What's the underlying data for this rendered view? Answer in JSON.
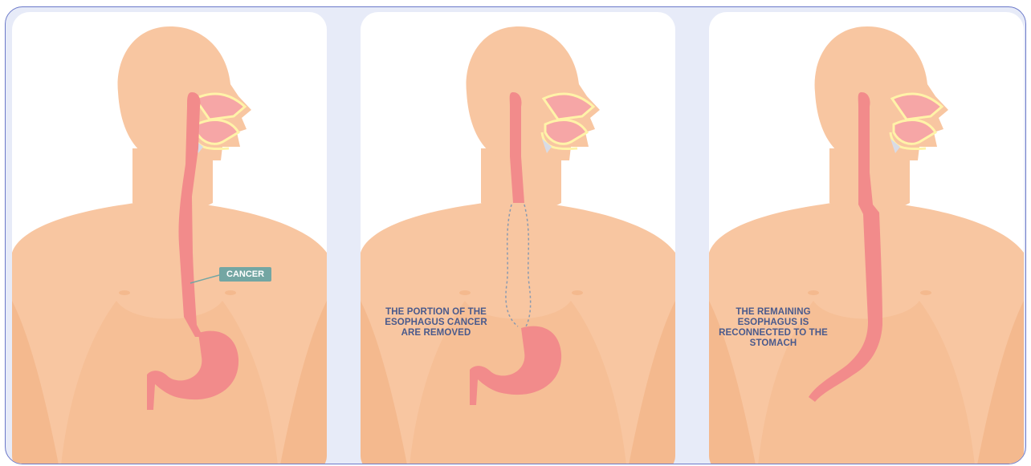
{
  "panels": [
    {
      "id": "panel-1",
      "callout": "CANCER"
    },
    {
      "id": "panel-2",
      "callout": "THE PORTION OF THE ESOPHAGUS CANCER ARE REMOVED"
    },
    {
      "id": "panel-3",
      "callout": "THE REMAINING ESOPHAGUS IS RECONNECTED TO THE STOMACH"
    }
  ],
  "colors": {
    "frame_background": "#e7ebf8",
    "frame_border": "#6b79c9",
    "skin": "#f8c6a1",
    "skin_shadow": "#f4b98e",
    "esophagus": "#f28b8b",
    "mouth": "#f6a6a6",
    "teeth_line": "#fff3a8",
    "label_text": "#4a5a8c",
    "tag_background": "#73a6a3"
  }
}
